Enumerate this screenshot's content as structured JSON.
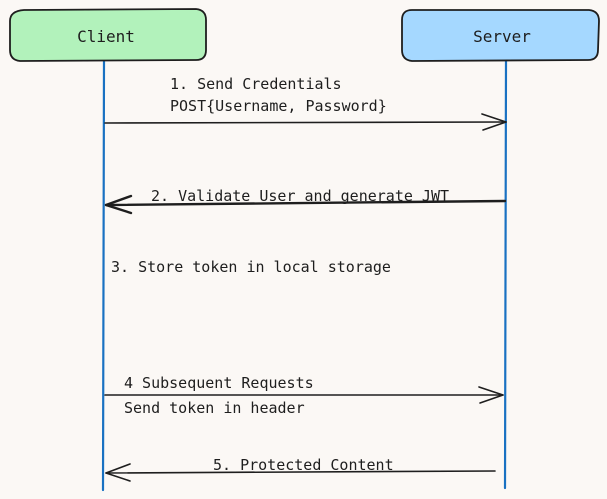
{
  "colors": {
    "background": "#fbf8f5",
    "client_fill": "#b2f2bb",
    "server_fill": "#a5d8ff",
    "outline": "#1e1e1e",
    "lifeline": "#1971c2",
    "arrow": "#1e1e1e"
  },
  "actors": {
    "client": {
      "label": "Client"
    },
    "server": {
      "label": "Server"
    }
  },
  "messages": [
    {
      "step": 1,
      "from": "client",
      "to": "server",
      "lines": [
        "1. Send Credentials",
        "POST{Username, Password}"
      ]
    },
    {
      "step": 2,
      "from": "server",
      "to": "client",
      "lines": [
        "2. Validate User and generate JWT"
      ]
    },
    {
      "step": 3,
      "from": "client",
      "to": "client",
      "lines": [
        "3. Store token in local storage"
      ]
    },
    {
      "step": 4,
      "from": "client",
      "to": "server",
      "lines": [
        "4 Subsequent Requests",
        "Send token in header"
      ]
    },
    {
      "step": 5,
      "from": "server",
      "to": "client",
      "lines": [
        "5. Protected Content"
      ]
    }
  ]
}
